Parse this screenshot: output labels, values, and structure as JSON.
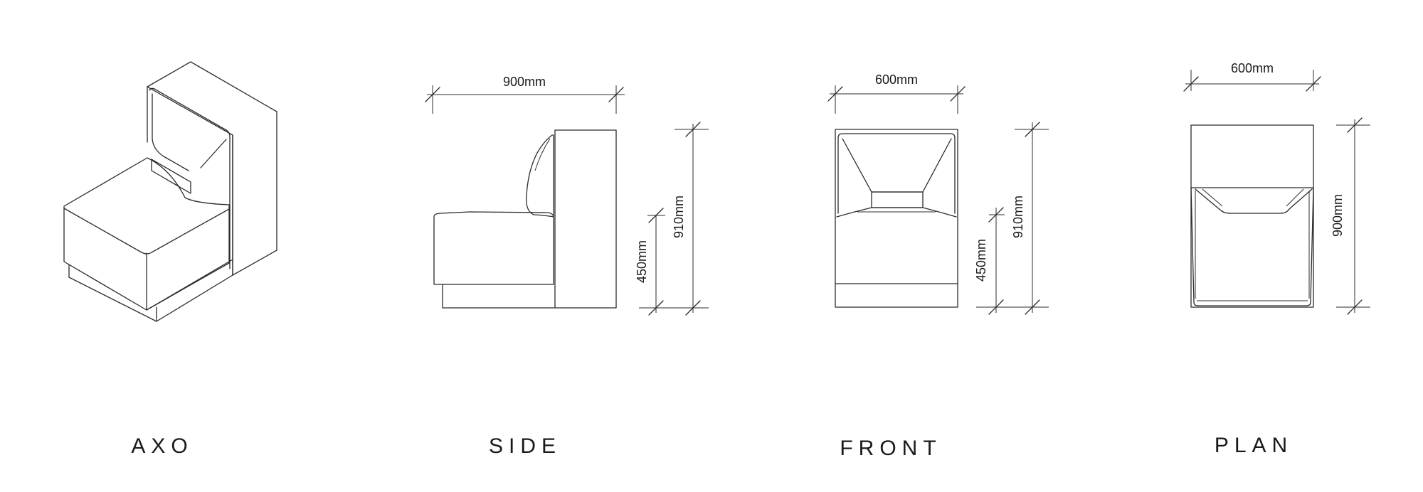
{
  "views": {
    "axo": {
      "label": "AXO"
    },
    "side": {
      "label": "SIDE",
      "width_dim": "900mm",
      "seat_height_dim": "450mm",
      "total_height_dim": "910mm"
    },
    "front": {
      "label": "FRONT",
      "width_dim": "600mm",
      "seat_height_dim": "450mm",
      "total_height_dim": "910mm"
    },
    "plan": {
      "label": "PLAN",
      "width_dim": "600mm",
      "depth_dim": "900mm"
    }
  }
}
